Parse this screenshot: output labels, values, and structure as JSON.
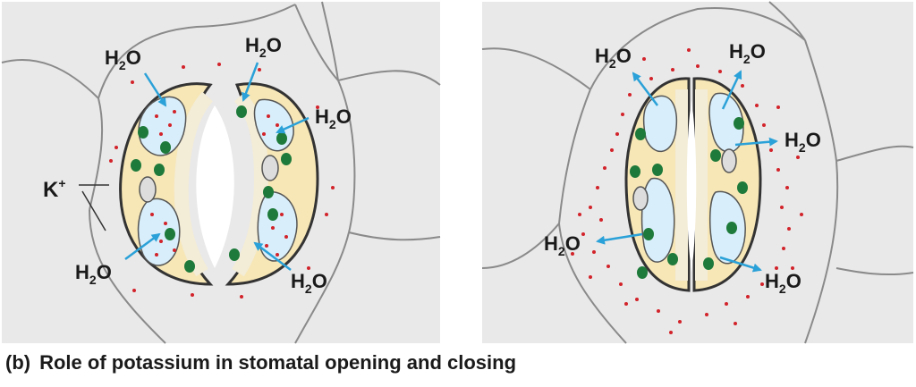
{
  "caption": {
    "tag": "(b)",
    "text": "Role of potassium in stomatal opening and closing"
  },
  "labels": {
    "h2o_main": "H",
    "h2o_sub": "2",
    "h2o_tail": "O",
    "k_main": "K",
    "k_sup": "+"
  },
  "colors": {
    "panel_bg": "#e9e9e9",
    "cell_line": "#8a8a8a",
    "guard_fill": "#f7e7b6",
    "wall_fill": "#f3ecd6",
    "vacuole": "#d8eefa",
    "chloroplast": "#1e7a3a",
    "potassium_dot": "#d2232a",
    "arrow": "#2aa1d8"
  }
}
